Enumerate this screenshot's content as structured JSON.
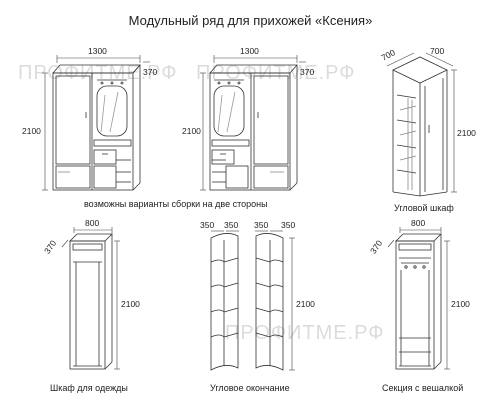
{
  "title": "Модульный ряд для прихожей «Ксения»",
  "watermark": "ПРОФИТМЕ.РФ",
  "captions": {
    "assembly": "возможны варианты сборки на две стороны",
    "corner_cabinet": "Угловой шкаф",
    "wardrobe": "Шкаф для одежды",
    "corner_end": "Угловое окончание",
    "hanger_section": "Секция с вешалкой"
  },
  "dims": {
    "w1300": "1300",
    "d370": "370",
    "h2100": "2100",
    "w700": "700",
    "w800": "800",
    "w350": "350"
  }
}
